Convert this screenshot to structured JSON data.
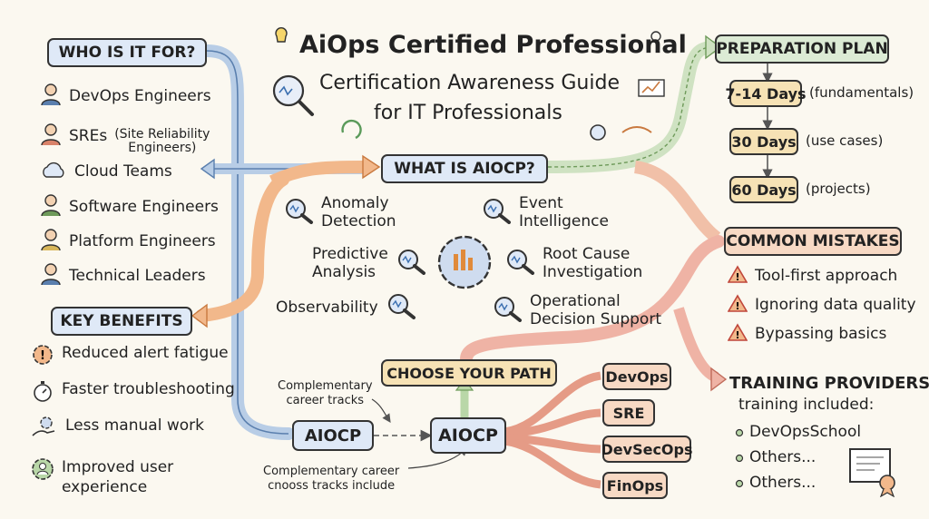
{
  "header": {
    "title": "AiOps Certified Professional",
    "subtitle_line1": "Certification Awareness Guide",
    "subtitle_line2": "for IT Professionals"
  },
  "who": {
    "heading": "WHO IS IT FOR?",
    "items": [
      {
        "label": "DevOps Engineers",
        "icon": "person-icon"
      },
      {
        "label": "SREs",
        "note": "(Site Reliability",
        "note2": "Engineers)",
        "icon": "person-icon"
      },
      {
        "label": "Cloud Teams",
        "icon": "cloud-icon"
      },
      {
        "label": "Software Engineers",
        "icon": "person-icon"
      },
      {
        "label": "Platform Engineers",
        "icon": "person-icon"
      },
      {
        "label": "Technical Leaders",
        "icon": "person-icon"
      }
    ]
  },
  "benefits": {
    "heading": "KEY BENEFITS",
    "items": [
      {
        "label": "Reduced alert fatigue",
        "icon": "alert-gear-icon"
      },
      {
        "label": "Faster troubleshooting",
        "icon": "stopwatch-icon"
      },
      {
        "label": "Less manual work",
        "icon": "hand-gear-icon"
      },
      {
        "label": "Improved user",
        "label2": "experience",
        "icon": "user-gear-icon"
      }
    ]
  },
  "what": {
    "heading": "WHAT IS AIOCP?",
    "features": [
      {
        "line1": "Anomaly",
        "line2": "Detection"
      },
      {
        "line1": "Event",
        "line2": "Intelligence"
      },
      {
        "line1": "Predictive",
        "line2": "Analysis"
      },
      {
        "line1": "Root Cause",
        "line2": "Investigation"
      },
      {
        "line1": "Observability",
        "line2": ""
      },
      {
        "line1": "Operational",
        "line2": "Decision Support"
      }
    ]
  },
  "path": {
    "heading": "CHOOSE YOUR PATH",
    "node_left": "AIOCP",
    "node_right": "AIOCP",
    "note_top1": "Complementary",
    "note_top2": "career tracks",
    "note_bottom1": "Complementary career",
    "note_bottom2": "cnooss tracks include",
    "tracks": [
      "DevOps",
      "SRE",
      "DevSecOps",
      "FinOps"
    ]
  },
  "plan": {
    "heading": "PREPARATION PLAN",
    "steps": [
      {
        "label": "7-14 Days",
        "note": "(fundamentals)"
      },
      {
        "label": "30 Days",
        "note": "(use cases)"
      },
      {
        "label": "60 Days",
        "note": "(projects)"
      }
    ]
  },
  "mistakes": {
    "heading": "COMMON MISTAKES",
    "items": [
      "Tool-first approach",
      "Ignoring data quality",
      "Bypassing basics"
    ]
  },
  "training": {
    "heading": "TRAINING PROVIDERS",
    "subheading": "training included:",
    "items": [
      "DevOpsSchool",
      "Others...",
      "Others..."
    ]
  }
}
